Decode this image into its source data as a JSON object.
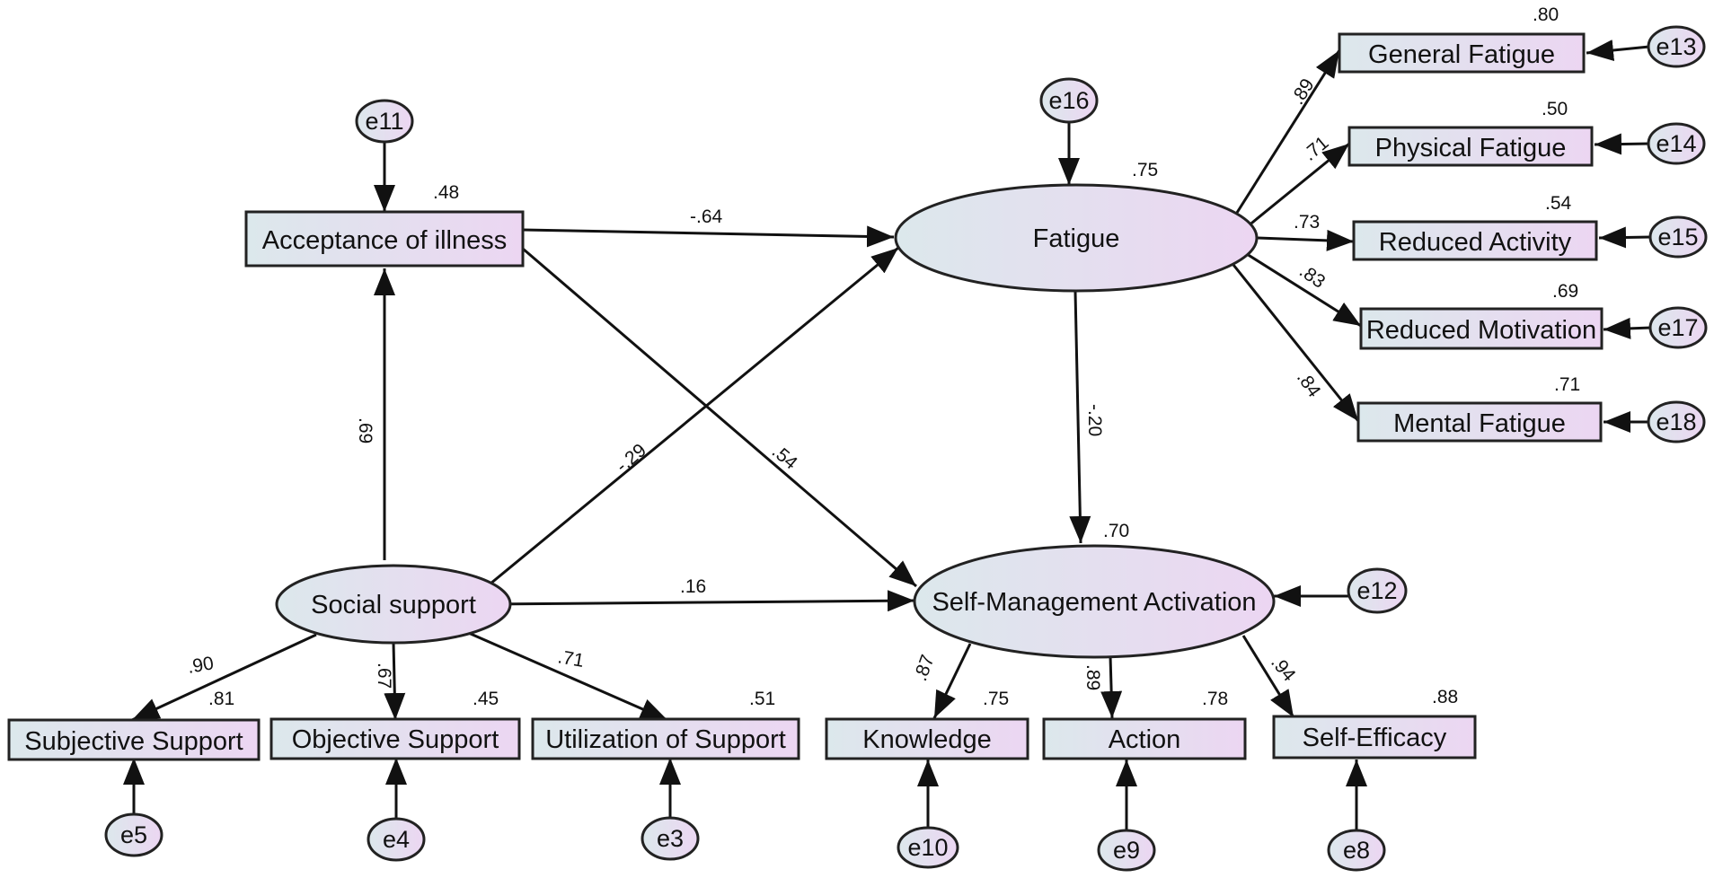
{
  "colors": {
    "fill_left": "#dce8ec",
    "fill_right": "#ecd6f2",
    "stroke": "#222222",
    "text": "#111111"
  },
  "nodes": {
    "acceptance": {
      "label": "Acceptance of illness",
      "r2": ".48"
    },
    "fatigue": {
      "label": "Fatigue",
      "r2": ".75"
    },
    "social": {
      "label": "Social support"
    },
    "sma": {
      "label": "Self-Management Activation",
      "r2": ".70"
    },
    "general_fatigue": {
      "label": "General Fatigue",
      "r2": ".80"
    },
    "physical_fatigue": {
      "label": "Physical Fatigue",
      "r2": ".50"
    },
    "reduced_activity": {
      "label": "Reduced Activity",
      "r2": ".54"
    },
    "reduced_motivation": {
      "label": "Reduced Motivation",
      "r2": ".69"
    },
    "mental_fatigue": {
      "label": "Mental Fatigue",
      "r2": ".71"
    },
    "subjective_support": {
      "label": "Subjective Support",
      "r2": ".81"
    },
    "objective_support": {
      "label": "Objective Support",
      "r2": ".45"
    },
    "utilization_support": {
      "label": "Utilization of Support",
      "r2": ".51"
    },
    "knowledge": {
      "label": "Knowledge",
      "r2": ".75"
    },
    "action": {
      "label": "Action",
      "r2": ".78"
    },
    "self_efficacy": {
      "label": "Self-Efficacy",
      "r2": ".88"
    }
  },
  "errors": {
    "e3": "e3",
    "e4": "e4",
    "e5": "e5",
    "e8": "e8",
    "e9": "e9",
    "e10": "e10",
    "e11": "e11",
    "e12": "e12",
    "e13": "e13",
    "e14": "e14",
    "e15": "e15",
    "e16": "e16",
    "e17": "e17",
    "e18": "e18"
  },
  "paths": {
    "acceptance_fatigue": "-.64",
    "acceptance_sma": ".54",
    "social_acceptance": ".69",
    "social_fatigue": "-.29",
    "social_sma": ".16",
    "fatigue_sma": "-.20",
    "fatigue_general": ".89",
    "fatigue_physical": ".71",
    "fatigue_activity": ".73",
    "fatigue_motivation": ".83",
    "fatigue_mental": ".84",
    "social_subjective": ".90",
    "social_objective": ".67",
    "social_utilization": ".71",
    "sma_knowledge": ".87",
    "sma_action": ".89",
    "sma_efficacy": ".94"
  }
}
